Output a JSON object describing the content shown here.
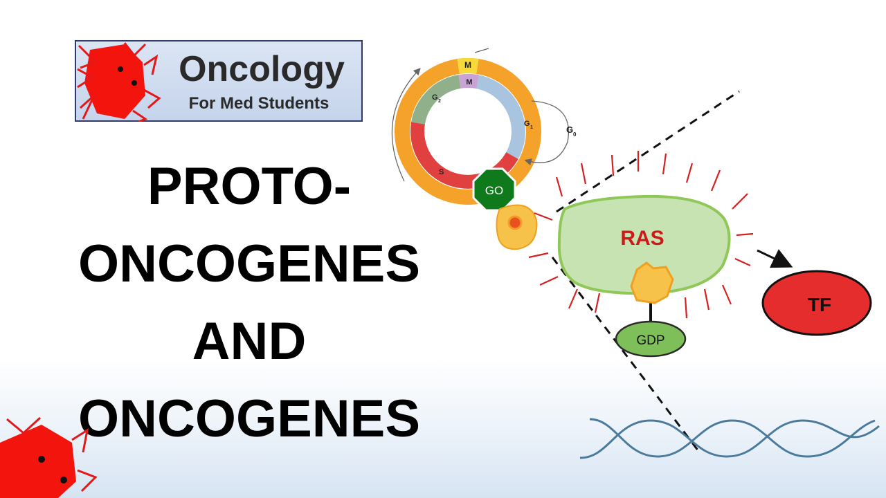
{
  "logo": {
    "title": "Oncology",
    "subtitle": "For Med Students"
  },
  "title_lines": [
    "PROTO-",
    "ONCOGENES",
    "AND",
    "ONCOGENES"
  ],
  "cell_cycle": {
    "outer_label": "M",
    "inner_labels": {
      "m": "M",
      "g2": "G",
      "g2_sub": "2",
      "g1": "G",
      "g1_sub": "1",
      "s": "S"
    },
    "g0": "G",
    "g0_sub": "0",
    "stop_sign": "GO"
  },
  "ras": {
    "label": "RAS"
  },
  "gdp": {
    "label": "GDP"
  },
  "tf": {
    "label": "TF"
  },
  "colors": {
    "orange": "#f5a22a",
    "g1_blue": "#a8c4de",
    "s_red": "#e04040",
    "g2_green": "#8fb08a",
    "m_purple": "#c9a3d6",
    "m_yellow": "#f6d93a",
    "stop_green": "#0e7a1c",
    "ras_fill": "#c6e3b1",
    "ras_stroke": "#8fc859",
    "ras_text": "#cc1a1a",
    "ray_red": "#d42020",
    "gdp_fill": "#7fbf5a",
    "tf_red": "#e62d2d",
    "dna_blue": "#4a7a9c"
  }
}
